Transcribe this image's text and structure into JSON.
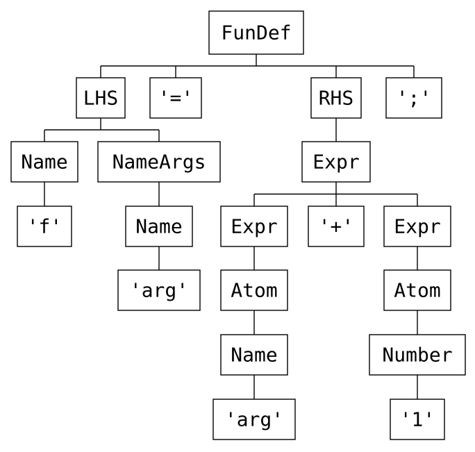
{
  "tree": {
    "root": "funDef",
    "nodes": {
      "funDef": {
        "label": "FunDef",
        "children": [
          "lhs",
          "eq",
          "rhs",
          "semi"
        ]
      },
      "lhs": {
        "label": "LHS",
        "children": [
          "name1",
          "nameArgs"
        ]
      },
      "eq": {
        "label": "'='",
        "children": []
      },
      "rhs": {
        "label": "RHS",
        "children": [
          "expr1"
        ]
      },
      "semi": {
        "label": "';'",
        "children": []
      },
      "name1": {
        "label": "Name",
        "children": [
          "fLit"
        ]
      },
      "nameArgs": {
        "label": "NameArgs",
        "children": [
          "name2"
        ]
      },
      "fLit": {
        "label": "'f'",
        "children": []
      },
      "name2": {
        "label": "Name",
        "children": [
          "argLit1"
        ]
      },
      "argLit1": {
        "label": "'arg'",
        "children": []
      },
      "expr1": {
        "label": "Expr",
        "children": [
          "expr2",
          "plus",
          "expr3"
        ]
      },
      "expr2": {
        "label": "Expr",
        "children": [
          "atom1"
        ]
      },
      "plus": {
        "label": "'+'",
        "children": []
      },
      "expr3": {
        "label": "Expr",
        "children": [
          "atom2"
        ]
      },
      "atom1": {
        "label": "Atom",
        "children": [
          "name3"
        ]
      },
      "atom2": {
        "label": "Atom",
        "children": [
          "number"
        ]
      },
      "name3": {
        "label": "Name",
        "children": [
          "argLit2"
        ]
      },
      "number": {
        "label": "Number",
        "children": [
          "oneLit"
        ]
      },
      "argLit2": {
        "label": "'arg'",
        "children": []
      },
      "oneLit": {
        "label": "'1'",
        "children": []
      }
    }
  }
}
